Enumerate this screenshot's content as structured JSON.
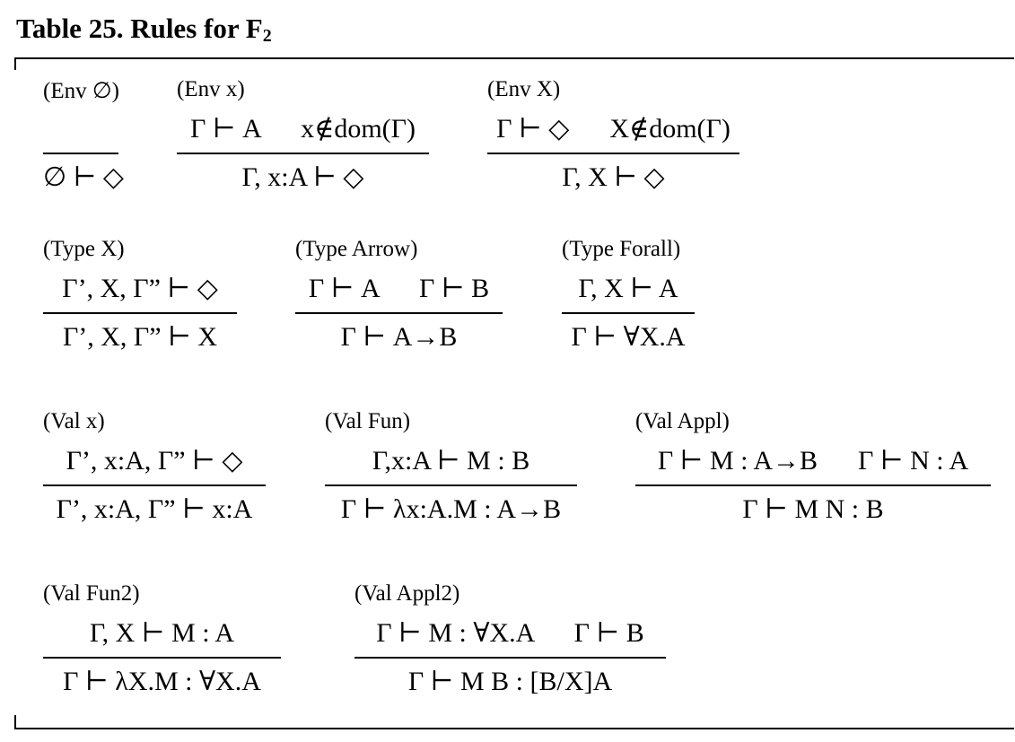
{
  "title": {
    "main": "Table 25. Rules for F",
    "subscript": "2"
  },
  "rules": [
    {
      "name": "(Env ∅)",
      "premise": "",
      "conclusion": "∅ ⊢ ◇"
    },
    {
      "name": "(Env x)",
      "premise": "Γ ⊢ A      x∉dom(Γ)",
      "conclusion": "Γ, x:A ⊢ ◇"
    },
    {
      "name": "(Env X)",
      "premise": "Γ ⊢ ◇      X∉dom(Γ)",
      "conclusion": "Γ, X ⊢ ◇"
    },
    {
      "name": "(Type X)",
      "premise": "Γ’, X, Γ” ⊢ ◇",
      "conclusion": "Γ’, X, Γ” ⊢ X"
    },
    {
      "name": "(Type Arrow)",
      "premise": "Γ ⊢ A      Γ ⊢ B",
      "conclusion": "Γ ⊢ A→B"
    },
    {
      "name": "(Type Forall)",
      "premise": "Γ, X ⊢ A",
      "conclusion": "Γ ⊢ ∀X.A"
    },
    {
      "name": "(Val x)",
      "premise": "Γ’, x:A, Γ” ⊢ ◇",
      "conclusion": "Γ’, x:A, Γ” ⊢ x:A"
    },
    {
      "name": "(Val Fun)",
      "premise": "Γ,x:A ⊢ M : B",
      "conclusion": "Γ ⊢ λx:A.M : A→B"
    },
    {
      "name": "(Val Appl)",
      "premise": "Γ ⊢ M : A→B      Γ ⊢ N : A",
      "conclusion": "Γ ⊢ M N : B"
    },
    {
      "name": "(Val Fun2)",
      "premise": "Γ, X ⊢ M : A",
      "conclusion": "Γ ⊢ λX.M : ∀X.A"
    },
    {
      "name": "(Val Appl2)",
      "premise": "Γ ⊢ M : ∀X.A      Γ ⊢ B",
      "conclusion": "Γ ⊢ M B : [B/X]A"
    }
  ]
}
